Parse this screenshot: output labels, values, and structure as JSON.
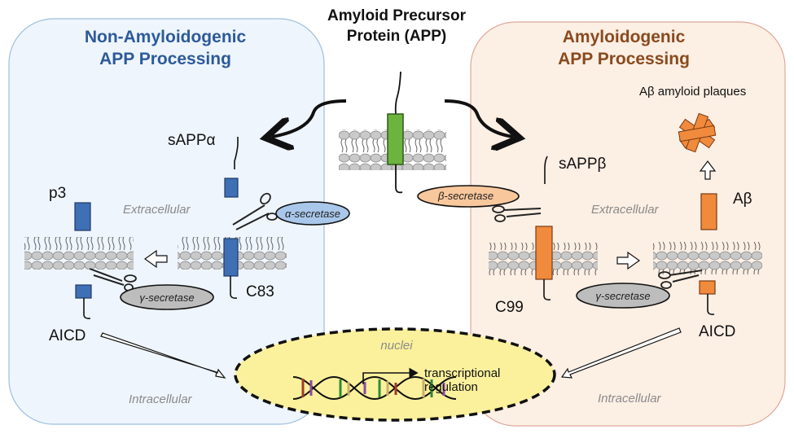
{
  "title": {
    "line1": "Amyloid Precursor",
    "line2": "Protein (APP)"
  },
  "left_panel": {
    "title_line1": "Non-Amyloidogenic",
    "title_line2": "APP Processing",
    "fill_color": "#eef5fc",
    "border_color": "#9fbfdc",
    "fragment_color": "#3f6fb5",
    "labels": {
      "sappa": "sAPPα",
      "p3": "p3",
      "c83": "C83",
      "aicd": "AICD",
      "extracellular": "Extracellular",
      "intracellular": "Intracellular"
    },
    "enzymes": {
      "alpha": "α-secretase",
      "gamma": "γ-secretase"
    },
    "enzyme_colors": {
      "alpha": "#a9c7ea",
      "gamma": "#bdbdbd"
    }
  },
  "right_panel": {
    "title_line1": "Amyloidogenic",
    "title_line2": "APP Processing",
    "fill_color": "#fcefe4",
    "border_color": "#e0a79a",
    "fragment_color": "#f08a3c",
    "labels": {
      "plaques": "Aβ amyloid plaques",
      "sappb": "sAPPβ",
      "abeta": "Aβ",
      "c99": "C99",
      "aicd": "AICD",
      "extracellular": "Extracellular",
      "intracellular": "Intracellular"
    },
    "enzymes": {
      "beta": "β-secretase",
      "gamma": "γ-secretase"
    },
    "enzyme_colors": {
      "beta": "#f9c79c",
      "gamma": "#bdbdbd"
    }
  },
  "center": {
    "app_color": "#6db33f"
  },
  "nucleus": {
    "label": "nuclei",
    "regulation_line1": "transcriptional",
    "regulation_line2": "regulation",
    "fill_color": "#fbf19c"
  }
}
